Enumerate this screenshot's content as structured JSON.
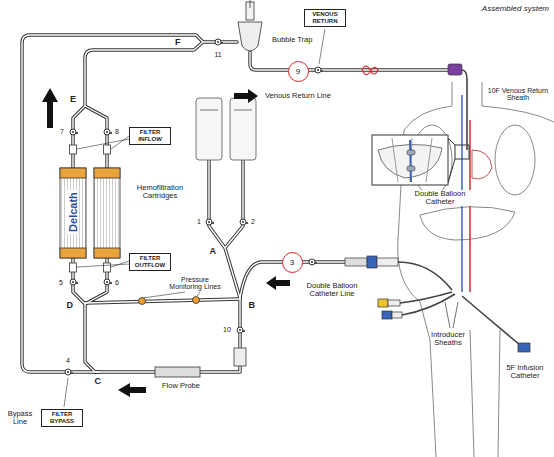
{
  "diagram": {
    "title": "Assembled system",
    "nodes": [
      {
        "text": [
          "VENOUS RETURN"
        ]
      },
      {
        "text": [
          "9"
        ]
      },
      {
        "text": [
          "FILTER INFLOW"
        ]
      },
      {
        "text": [
          "FILTER OUTFLOW"
        ]
      },
      {
        "text": [
          "3"
        ]
      },
      {
        "text": [
          "FILTER BYPASS"
        ]
      }
    ],
    "labels": [
      "Bubble Trap",
      "10F Venous Return Sheath",
      "Venous Return Line",
      "F",
      "11",
      "E",
      "7",
      "8",
      "Hemofiltration Cartridges",
      "Delcath",
      "A",
      "1",
      "2",
      "B",
      "10",
      "Double Balloon Catheter",
      "Double Balloon Catheter Line",
      "Pressure Monitoring Lines",
      "Introducer Sheaths",
      "5F Infusion Catheter",
      "D",
      "5",
      "6",
      "C",
      "4",
      "Flow Probe",
      "Bypass Line"
    ]
  }
}
